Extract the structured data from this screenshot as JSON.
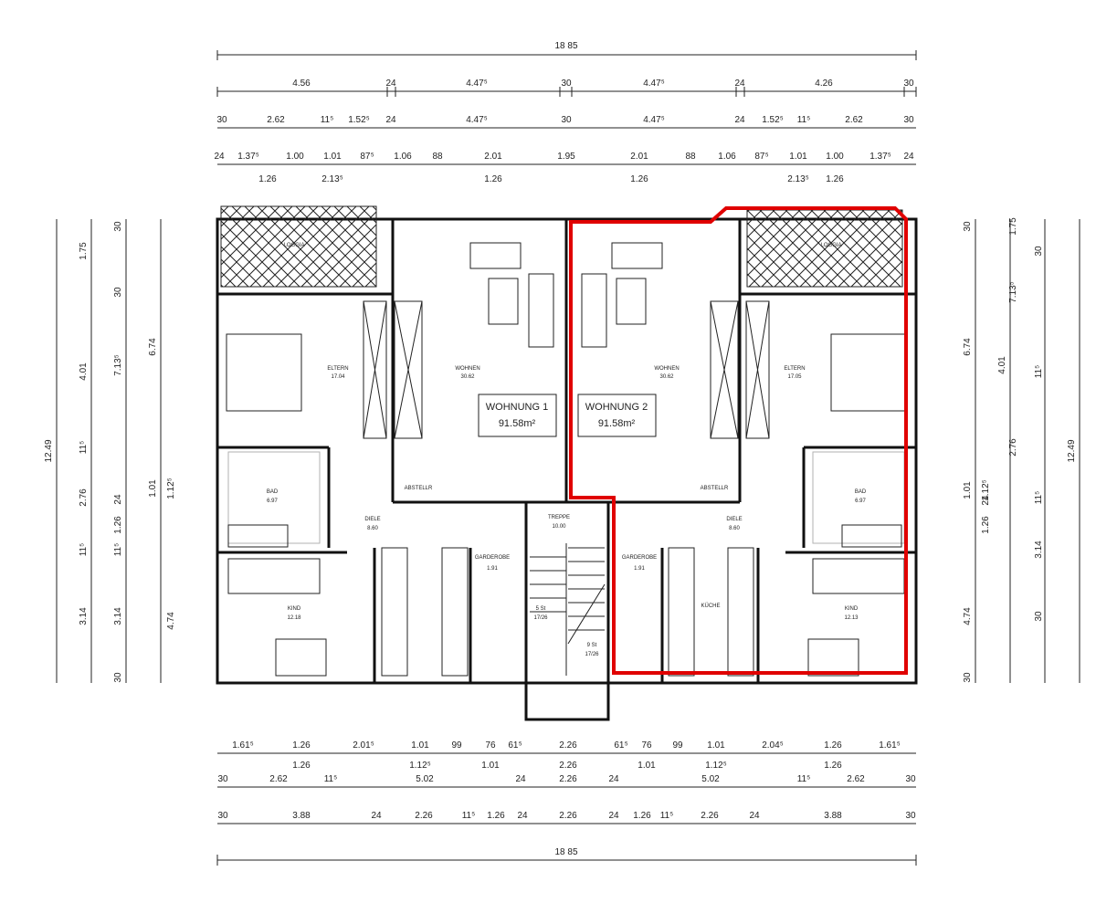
{
  "top_dims": {
    "total": "18 85",
    "row1": [
      "4.56",
      "24",
      "4.47⁵",
      "30",
      "4.47⁵",
      "24",
      "4.26",
      "30"
    ],
    "row2": [
      "30",
      "2.62",
      "11⁵",
      "1.52⁵",
      "24",
      "4.47⁵",
      "30",
      "4.47⁵",
      "24",
      "1.52⁵",
      "11⁵",
      "2.62",
      "30"
    ],
    "row3": [
      "24",
      "1.37⁵",
      "1.00",
      "1.01",
      "87⁵",
      "1.06",
      "88",
      "2.01",
      "1.95",
      "2.01",
      "88",
      "1.06",
      "87⁵",
      "1.01",
      "1.00",
      "1.37⁵",
      "24"
    ],
    "row3_sub": [
      "1.26",
      "2.13⁵",
      "1.26",
      "1.26",
      "2.13⁵",
      "1.26"
    ]
  },
  "bottom_dims": {
    "row1": [
      "1.61⁵",
      "1.26",
      "2.01⁵",
      "1.01",
      "99",
      "76",
      "61⁵",
      "2.26",
      "61⁵",
      "76",
      "99",
      "1.01",
      "2.04⁵",
      "1.26",
      "1.61⁵"
    ],
    "row1_sub": [
      "1.26",
      "1.12⁵",
      "1.01",
      "2.26",
      "1.01",
      "1.12⁵",
      "1.26"
    ],
    "row2": [
      "30",
      "2.62",
      "11⁵",
      "5.02",
      "24",
      "2.26",
      "24",
      "5.02",
      "11⁵",
      "2.62",
      "30"
    ],
    "row3": [
      "30",
      "3.88",
      "24",
      "2.26",
      "11⁵",
      "1.26",
      "24",
      "2.26",
      "24",
      "1.26",
      "11⁵",
      "2.26",
      "24",
      "3.88",
      "30"
    ],
    "total": "18 85"
  },
  "left_dims": {
    "total": "12.49",
    "col_a": [
      "1.75",
      "4.01",
      "11⁵",
      "2.76",
      "11⁵",
      "3.14"
    ],
    "col_b": [
      "30",
      "30",
      "7.13⁵",
      "24",
      "1.26",
      "11⁵",
      "3.14",
      "30"
    ],
    "col_c": [
      "6.74",
      "1.01",
      "1.12⁵",
      "4.74"
    ]
  },
  "right_dims": {
    "total": "12.49",
    "col_a": [
      "30",
      "6.74",
      "1.01",
      "1.12⁵",
      "24",
      "1.26",
      "4.74",
      "30"
    ],
    "col_b": [
      "1.75",
      "30",
      "7.13⁵",
      "4.01",
      "11⁵",
      "2.76",
      "11⁵",
      "3.14",
      "30"
    ]
  },
  "rooms": {
    "apt1_label": "WOHNUNG 1",
    "apt1_area": "91.58m²",
    "apt2_label": "WOHNUNG 2",
    "apt2_area": "91.58m²",
    "wohnen_left": "WOHNEN",
    "wohnen_left_area": "30.62",
    "wohnen_right": "WOHNEN",
    "wohnen_right_area": "30.62",
    "eltern_left": "ELTERN",
    "eltern_left_area": "17.04",
    "eltern_right": "ELTERN",
    "eltern_right_area": "17.05",
    "loggia_left": "LOGGIA",
    "loggia_right": "LOGGIA",
    "bad_left": "BAD",
    "bad_left_area": "6.97",
    "bad_right": "BAD",
    "bad_right_area": "6.97",
    "diele_left": "DIELE",
    "diele_left_area": "8.60",
    "diele_right": "DIELE",
    "diele_right_area": "8.60",
    "kind_left": "KIND",
    "kind_left_area": "12.18",
    "kind_right": "KIND",
    "kind_right_area": "12.13",
    "garderobe_left": "GARDEROBE",
    "garderobe_left_area": "1.91",
    "garderobe_right": "GARDEROBE",
    "garderobe_right_area": "1.91",
    "treppe": "TREPPE",
    "treppe_area": "10.00",
    "kueche": "KÜCHE",
    "abstell_left": "ABSTELLR",
    "abstell_right": "ABSTELLR",
    "stairs_a": "5 St",
    "stairs_b": "17/26",
    "stairs_c": "9 St",
    "stairs_d": "17/26"
  },
  "highlight_color": "#e00000"
}
